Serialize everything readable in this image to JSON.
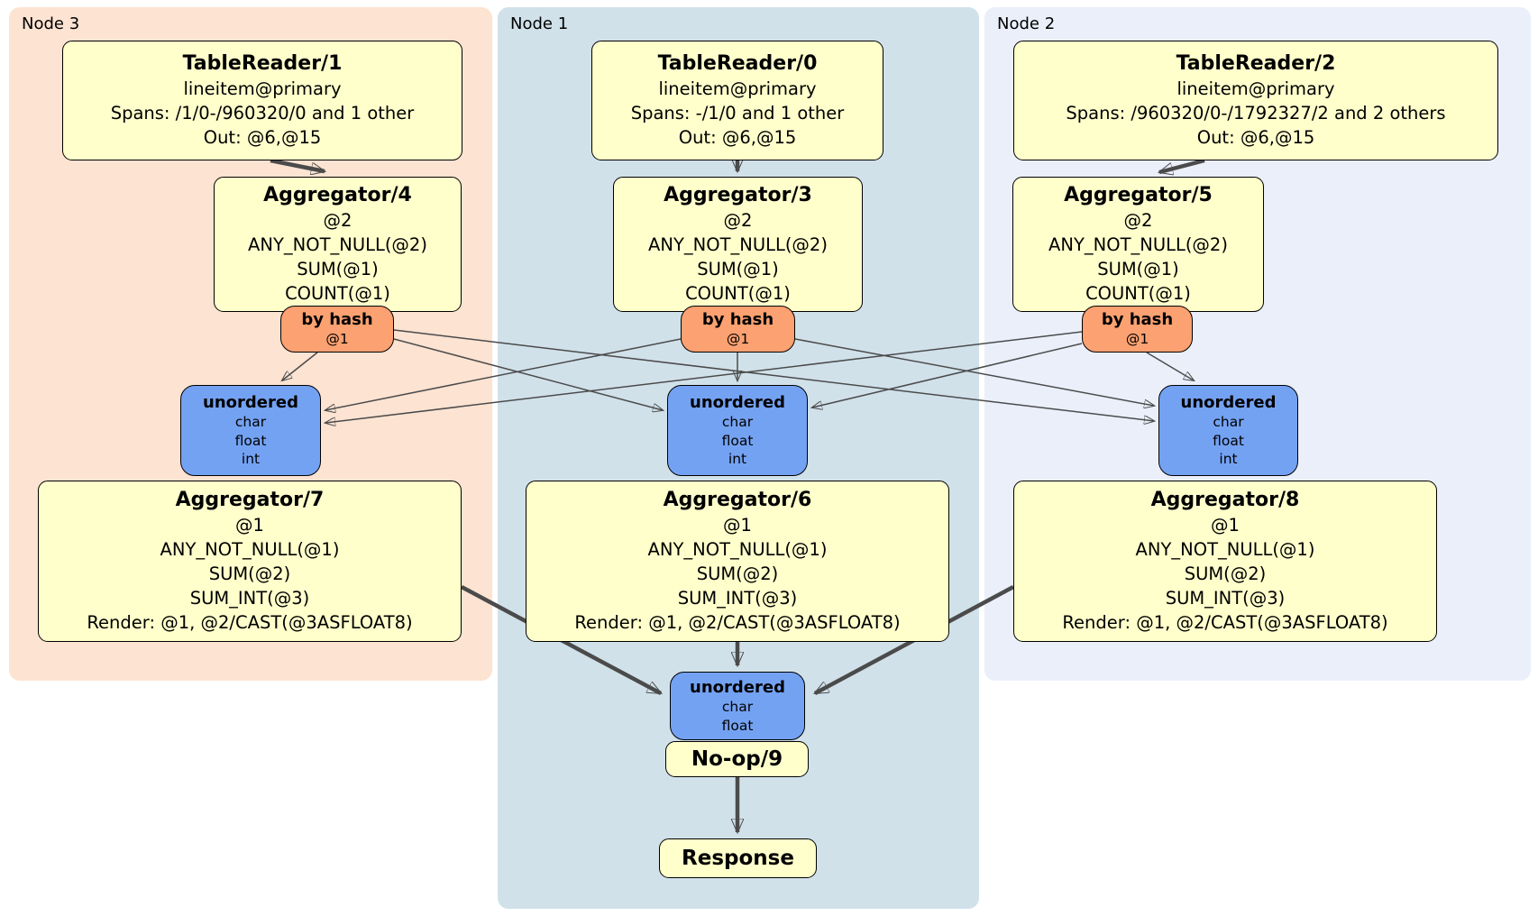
{
  "colors": {
    "node3_bg": "#fce3d2",
    "node1_bg": "#d1e1ea",
    "node2_bg": "#eaeffa",
    "processor_bg": "#ffffcc",
    "router_bg": "#fca171",
    "sync_bg": "#74a2f3",
    "edge": "#4b4b4b"
  },
  "node3": {
    "label": "Node 3",
    "table_reader": {
      "title": "TableReader/1",
      "lines": [
        "lineitem@primary",
        "Spans: /1/0-/960320/0 and 1 other",
        "Out: @6,@15"
      ]
    },
    "aggregator_top": {
      "title": "Aggregator/4",
      "lines": [
        "@2",
        "ANY_NOT_NULL(@2)",
        "SUM(@1)",
        "COUNT(@1)"
      ]
    },
    "router": {
      "title": "by hash",
      "lines": [
        "@1"
      ]
    },
    "sync": {
      "title": "unordered",
      "lines": [
        "char",
        "float",
        "int"
      ]
    },
    "aggregator_bottom": {
      "title": "Aggregator/7",
      "lines": [
        "@1",
        "ANY_NOT_NULL(@1)",
        "SUM(@2)",
        "SUM_INT(@3)",
        "Render: @1, @2/CAST(@3ASFLOAT8)"
      ]
    }
  },
  "node1": {
    "label": "Node 1",
    "table_reader": {
      "title": "TableReader/0",
      "lines": [
        "lineitem@primary",
        "Spans: -/1/0 and 1 other",
        "Out: @6,@15"
      ]
    },
    "aggregator_top": {
      "title": "Aggregator/3",
      "lines": [
        "@2",
        "ANY_NOT_NULL(@2)",
        "SUM(@1)",
        "COUNT(@1)"
      ]
    },
    "router": {
      "title": "by hash",
      "lines": [
        "@1"
      ]
    },
    "sync": {
      "title": "unordered",
      "lines": [
        "char",
        "float",
        "int"
      ]
    },
    "aggregator_bottom": {
      "title": "Aggregator/6",
      "lines": [
        "@1",
        "ANY_NOT_NULL(@1)",
        "SUM(@2)",
        "SUM_INT(@3)",
        "Render: @1, @2/CAST(@3ASFLOAT8)"
      ]
    },
    "final_sync": {
      "title": "unordered",
      "lines": [
        "char",
        "float"
      ]
    },
    "noop": {
      "title": "No-op/9"
    },
    "response": {
      "title": "Response"
    }
  },
  "node2": {
    "label": "Node 2",
    "table_reader": {
      "title": "TableReader/2",
      "lines": [
        "lineitem@primary",
        "Spans: /960320/0-/1792327/2 and 2 others",
        "Out: @6,@15"
      ]
    },
    "aggregator_top": {
      "title": "Aggregator/5",
      "lines": [
        "@2",
        "ANY_NOT_NULL(@2)",
        "SUM(@1)",
        "COUNT(@1)"
      ]
    },
    "router": {
      "title": "by hash",
      "lines": [
        "@1"
      ]
    },
    "sync": {
      "title": "unordered",
      "lines": [
        "char",
        "float",
        "int"
      ]
    },
    "aggregator_bottom": {
      "title": "Aggregator/8",
      "lines": [
        "@1",
        "ANY_NOT_NULL(@1)",
        "SUM(@2)",
        "SUM_INT(@3)",
        "Render: @1, @2/CAST(@3ASFLOAT8)"
      ]
    }
  }
}
